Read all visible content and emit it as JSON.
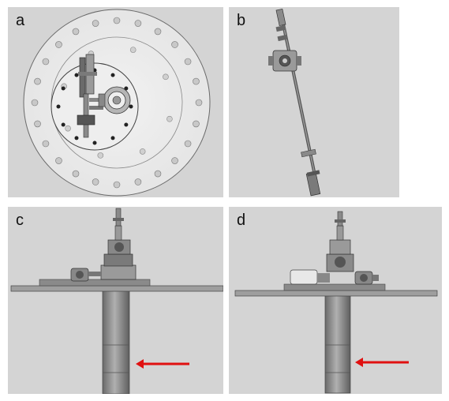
{
  "panels": [
    {
      "label": "a"
    },
    {
      "label": "b"
    },
    {
      "label": "c"
    },
    {
      "label": "d"
    }
  ],
  "colors": {
    "background": "#d4d4d4",
    "plate": "#ebebeb",
    "metal_dark": "#5a5a5a",
    "metal_mid": "#8c8c8c",
    "arrow": "#e01010"
  }
}
